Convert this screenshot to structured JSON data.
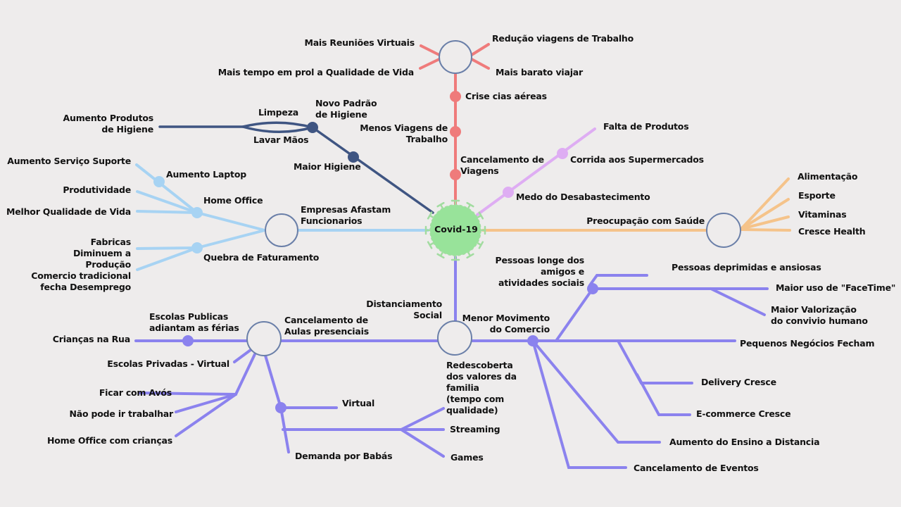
{
  "colors": {
    "background": "#eeecec",
    "travel": "#ef7b7b",
    "hygiene": "#3f5582",
    "work": "#a7d3f3",
    "supply": "#deadf3",
    "health": "#f5c38a",
    "social": "#8b82ee",
    "hub_outline": "#6a7fa8",
    "center_fill": "#98e39a",
    "center_spikes": "#a2dca0"
  },
  "center": {
    "label": "Covid-19"
  },
  "travel_branch": {
    "nodes": [
      "Crise cias aéreas",
      "Menos Viagens de Trabalho",
      "Cancelamento de Viagens"
    ],
    "hub_leaves": [
      "Mais Reuniões Virtuais",
      "Mais tempo em prol a Qualidade de Vida",
      "Redução viagens de Trabalho",
      "Mais barato viajar"
    ]
  },
  "hygiene_branch": {
    "nodes": [
      "Maior Higiene",
      "Novo Padrão de Higiene"
    ],
    "leaves": [
      "Limpeza",
      "Lavar Mãos",
      "Aumento Produtos de Higiene"
    ]
  },
  "work_branch": {
    "hub": "Empresas Afastam Funcionarios",
    "home_office": {
      "label": "Home Office",
      "children": [
        "Aumento Laptop",
        "Produtividade",
        "Melhor Qualidade de Vida"
      ],
      "laptop_child": "Aumento Serviço Suporte"
    },
    "revenue": {
      "label": "Quebra de Faturamento",
      "children": [
        "Fabricas Diminuem a Produção",
        "Comercio tradicional fecha Desemprego"
      ]
    }
  },
  "supply_branch": {
    "nodes": [
      "Medo do Desabastecimento",
      "Corrida aos Supermercados",
      "Falta de Produtos"
    ]
  },
  "health_branch": {
    "hub": "Preocupação com Saúde",
    "leaves": [
      "Alimentação",
      "Esporte",
      "Vitaminas",
      "Cresce Health"
    ]
  },
  "social_branch": {
    "hub": "Distanciamento Social",
    "commerce": {
      "label": "Menor Movimento do Comercio",
      "friends": {
        "label": "Pessoas longe dos amigos e atividades sociais",
        "leaves": [
          "Pessoas deprimidas e ansiosas",
          "Maior uso de \"FaceTime\"",
          "Maior Valorização do convivio humano"
        ]
      },
      "leaves": [
        "Pequenos Negócios Fecham",
        "Delivery Cresce",
        "E-commerce Cresce",
        "Aumento do Ensino a Distancia",
        "Cancelamento de Eventos"
      ]
    },
    "family": {
      "label": "Redescoberta dos valores da familia (tempo com qualidade)",
      "leaves": [
        "Streaming",
        "Games"
      ]
    },
    "schools": {
      "label": "Cancelamento de Aulas presenciais",
      "public": "Escolas Publicas adiantam as férias",
      "street": "Crianças na Rua",
      "private": "Escolas Privadas - Virtual",
      "kids": [
        "Ficar com Avós",
        "Não pode ir trabalhar",
        "Home Office com crianças"
      ],
      "virtual": "Virtual",
      "nanny": "Demanda por Babás"
    }
  }
}
